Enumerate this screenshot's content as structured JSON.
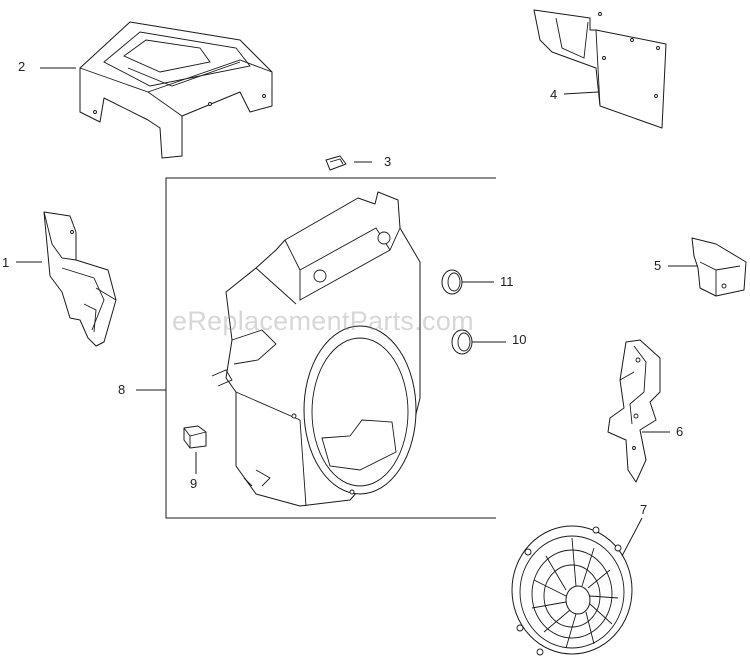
{
  "watermark": "eReplacementParts.com",
  "callouts": {
    "c1": "1",
    "c2": "2",
    "c3": "3",
    "c4": "4",
    "c5": "5",
    "c6": "6",
    "c7": "7",
    "c8": "8",
    "c9": "9",
    "c10": "10",
    "c11": "11"
  },
  "colors": {
    "line": "#1a1a1a",
    "background": "#ffffff",
    "watermark": "#969696"
  },
  "icons": [
    "blower-housing",
    "shroud",
    "baffle",
    "fan-grille",
    "plug",
    "clip"
  ]
}
